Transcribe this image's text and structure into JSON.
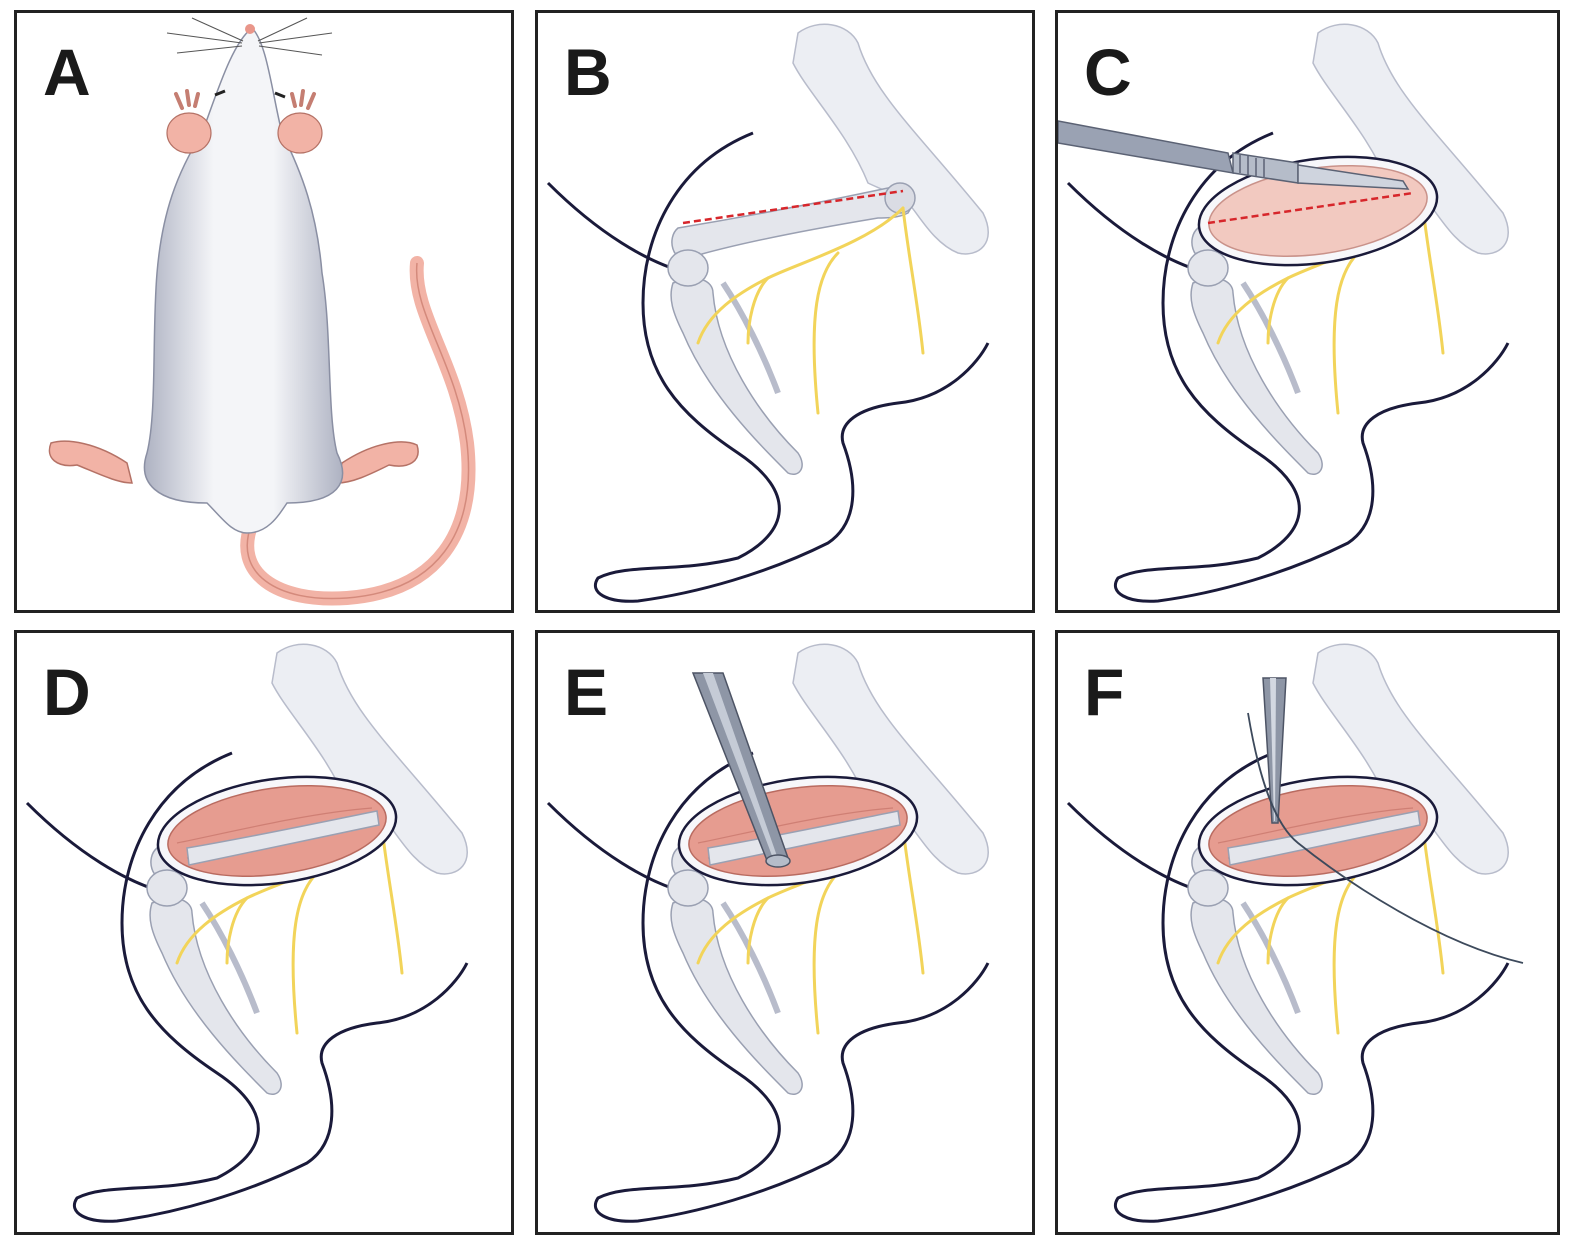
{
  "panels": [
    {
      "id": "A",
      "label": "A"
    },
    {
      "id": "B",
      "label": "B"
    },
    {
      "id": "C",
      "label": "C"
    },
    {
      "id": "D",
      "label": "D"
    },
    {
      "id": "E",
      "label": "E"
    },
    {
      "id": "F",
      "label": "F"
    }
  ],
  "colors": {
    "outline": "#1a1a3a",
    "bone": "#e4e6ec",
    "nerve": "#f2d45a",
    "muscle": "#e69c90",
    "skin_pink": "#f2b3a6",
    "incision": "#d7262b",
    "fur": "#c6c9d4",
    "instrument": "#8e96a6"
  }
}
